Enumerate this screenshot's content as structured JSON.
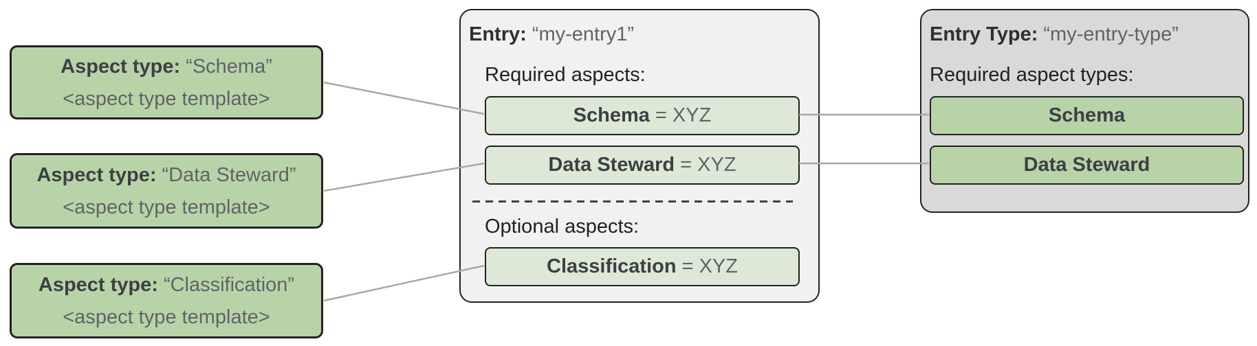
{
  "colors": {
    "aspect_green": "#b9d3a9",
    "chip_green_light": "#dde9d6",
    "entry_background": "#f1f1f1",
    "entry_type_background": "#d9d9d9",
    "border_dark": "#212121",
    "connector_gray": "#a8a8a8",
    "text_dark": "#202124",
    "text_muted": "#5f6368"
  },
  "aspect_types": [
    {
      "label": "Aspect type:",
      "value": "“Schema”",
      "template": "<aspect type template>"
    },
    {
      "label": "Aspect type:",
      "value": "“Data Steward”",
      "template": "<aspect type template>"
    },
    {
      "label": "Aspect type:",
      "value": "“Classification”",
      "template": "<aspect type template>"
    }
  ],
  "entry": {
    "title_label": "Entry:",
    "title_value": "“my-entry1”",
    "required_heading": "Required aspects:",
    "required_aspects": [
      {
        "name": "Schema",
        "value": "= XYZ"
      },
      {
        "name": "Data Steward",
        "value": "= XYZ"
      }
    ],
    "optional_heading": "Optional aspects:",
    "optional_aspects": [
      {
        "name": "Classification",
        "value": "= XYZ"
      }
    ]
  },
  "entry_type": {
    "title_label": "Entry Type:",
    "title_value": "“my-entry-type”",
    "required_heading": "Required aspect types:",
    "required_aspect_types": [
      {
        "name": "Schema"
      },
      {
        "name": "Data Steward"
      }
    ]
  }
}
